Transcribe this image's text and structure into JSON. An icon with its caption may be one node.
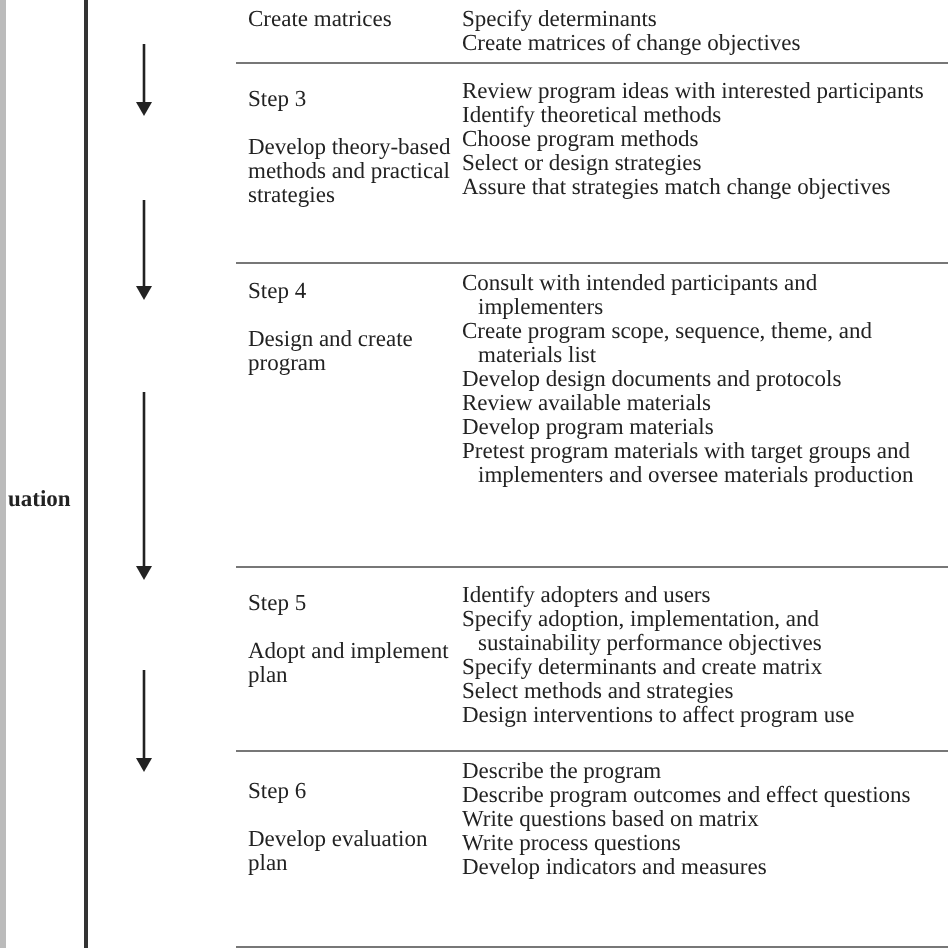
{
  "diagram": {
    "nodes": [
      {
        "text": [
          "Create matrices",
          "Specify determinants",
          "Create matrices of change objectives"
        ]
      },
      {
        "text": [
          "Step 3",
          "Develop theory-based methods and practical strategies",
          "Review program ideas with interested participants",
          "Identify theoretical methods",
          "Choose program methods",
          "Select or design strategies",
          "Assure that strategies match change objectives"
        ]
      },
      {
        "text": [
          "Step 4",
          "Design and create program",
          "Consult with intended participants and implementers",
          "Create program scope, sequence, theme, and materials list",
          "Develop design documents and protocols",
          "Review available materials",
          "Develop program materials",
          "Pretest program materials with target groups and implementers and oversee materials production"
        ]
      },
      {
        "text": [
          "Step 5",
          "Adopt and implement plan",
          "Identify adopters and users",
          "Specify adoption, implementation, and sustainability performance objectives",
          "Specify determinants and create matrix",
          "Select methods and strategies",
          "Design interventions to affect program use"
        ]
      },
      {
        "text": [
          "Step 6",
          "Develop evaluation plan",
          "Describe the program",
          "Describe program outcomes and effect questions",
          "Write questions based on matrix",
          "Write process questions",
          "Develop indicators and measures"
        ]
      }
    ],
    "labels": [
      "uation"
    ]
  }
}
